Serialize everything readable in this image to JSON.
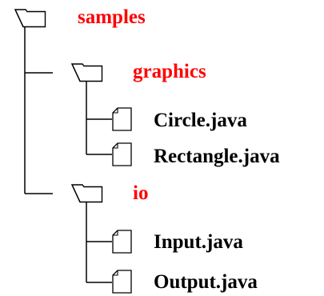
{
  "tree": {
    "name": "samples",
    "kind": "folder",
    "icon": "folder-icon",
    "children": [
      {
        "name": "graphics",
        "kind": "folder",
        "icon": "folder-icon",
        "children": [
          {
            "name": "Circle.java",
            "kind": "file",
            "icon": "file-icon"
          },
          {
            "name": "Rectangle.java",
            "kind": "file",
            "icon": "file-icon"
          }
        ]
      },
      {
        "name": "io",
        "kind": "folder",
        "icon": "folder-icon",
        "children": [
          {
            "name": "Input.java",
            "kind": "file",
            "icon": "file-icon"
          },
          {
            "name": "Output.java",
            "kind": "file",
            "icon": "file-icon"
          }
        ]
      }
    ]
  },
  "colors": {
    "folder_label": "#ff0000",
    "file_label": "#000000",
    "line": "#000000"
  }
}
